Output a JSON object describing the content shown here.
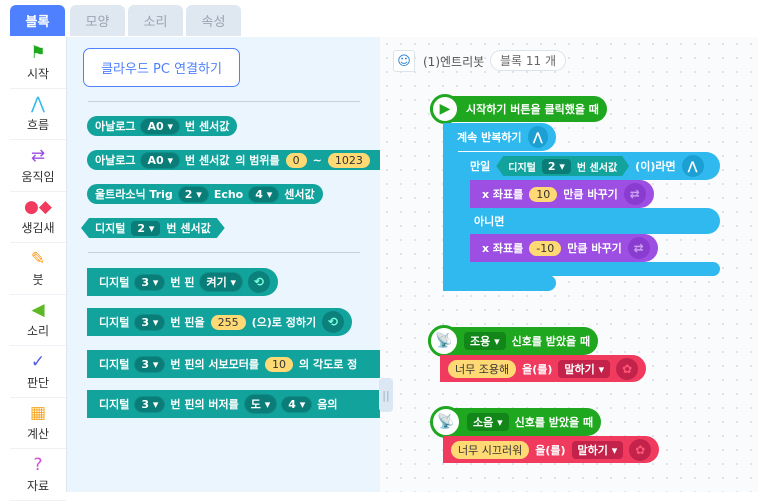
{
  "tabs": [
    "블록",
    "모양",
    "소리",
    "속성"
  ],
  "categories": [
    {
      "label": "시작",
      "icon": "flag-icon",
      "color": "#1ea81e"
    },
    {
      "label": "흐름",
      "icon": "flow-icon",
      "color": "#2fb9ee"
    },
    {
      "label": "움직임",
      "icon": "arrows-icon",
      "color": "#9c4fe2"
    },
    {
      "label": "생김새",
      "icon": "shapes-icon",
      "color": "#f03b5f"
    },
    {
      "label": "붓",
      "icon": "brush-icon",
      "color": "#ff9a1f"
    },
    {
      "label": "소리",
      "icon": "speaker-icon",
      "color": "#5cb825"
    },
    {
      "label": "판단",
      "icon": "check-icon",
      "color": "#4f5be0"
    },
    {
      "label": "계산",
      "icon": "calculator-icon",
      "color": "#f5a623"
    },
    {
      "label": "자료",
      "icon": "question-icon",
      "color": "#d44be0"
    }
  ],
  "palette": {
    "connect_button": "클라우드 PC 연결하기",
    "b1": {
      "a": "아날로그",
      "dd": "A0 ▾",
      "b": "번 센서값"
    },
    "b2": {
      "a": "아날로그",
      "dd": "A0 ▾",
      "b": "번 센서값",
      "c": "의 범위를",
      "n1": "0",
      "t": "~",
      "n2": "1023"
    },
    "b3": {
      "a": "울트라소닉 Trig",
      "dd1": "2 ▾",
      "b": "Echo",
      "dd2": "4 ▾",
      "c": "센서값"
    },
    "b4": {
      "a": "디지털",
      "dd": "2 ▾",
      "b": "번 센서값"
    },
    "b5": {
      "a": "디지털",
      "dd": "3 ▾",
      "b": "번 핀",
      "dd2": "켜기 ▾"
    },
    "b6": {
      "a": "디지털",
      "dd": "3 ▾",
      "b": "번 핀을",
      "n": "255",
      "c": "(으)로 정하기"
    },
    "b7": {
      "a": "디지털",
      "dd": "3 ▾",
      "b": "번 핀의 서보모터를",
      "n": "10",
      "c": "의 각도로 정"
    },
    "b8": {
      "a": "디지털",
      "dd": "3 ▾",
      "b": "번 핀의 버저를",
      "dd2": "도 ▾",
      "dd3": "4 ▾",
      "c": "음의"
    }
  },
  "canvas": {
    "object_name": "(1)엔트리봇",
    "block_count": "블록 11 개",
    "s1": {
      "hat": "시작하기 버튼을 클릭했을 때",
      "loop": "계속 반복하기",
      "if": "만일",
      "cond_a": "디지털",
      "cond_dd": "2 ▾",
      "cond_b": "번 센서값",
      "if_end": "(이)라면",
      "m1_a": "x 좌표를",
      "m1_n": "10",
      "m1_b": "만큼 바꾸기",
      "else": "아니면",
      "m2_a": "x 좌표를",
      "m2_n": "-10",
      "m2_b": "만큼 바꾸기"
    },
    "s2": {
      "dd": "조용 ▾",
      "hat": "신호를 받았을 때",
      "say": "너무 조용해",
      "mid": "을(를)",
      "dd2": "말하기 ▾"
    },
    "s3": {
      "dd": "소음 ▾",
      "hat": "신호를 받았을 때",
      "say": "너무 시끄러워",
      "mid": "을(를)",
      "dd2": "말하기 ▾"
    }
  }
}
